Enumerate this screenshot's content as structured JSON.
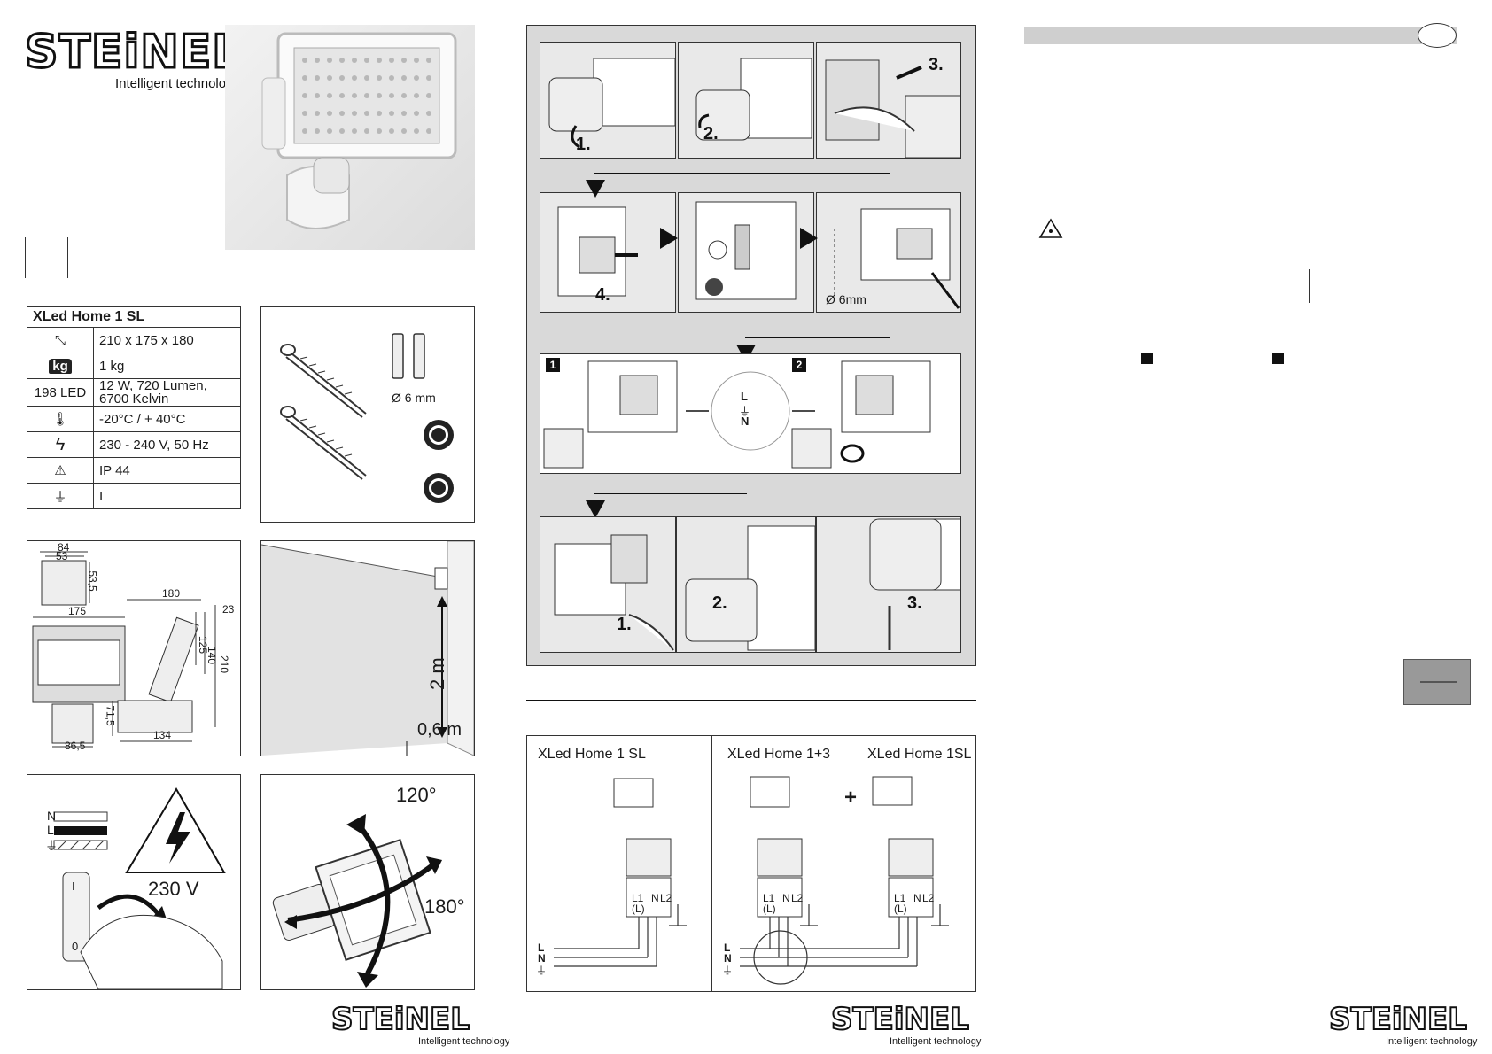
{
  "brand": {
    "name": "STEINEL",
    "reg": "®",
    "tagline": "Intelligent technology"
  },
  "spec_table": {
    "title": "XLed Home 1 SL",
    "rows": [
      {
        "icon": "dimensions-icon",
        "label": "",
        "value": "210 x 175 x 180"
      },
      {
        "icon": "weight-icon",
        "label": "kg",
        "value": "1 kg"
      },
      {
        "icon": "",
        "label": "198 LED",
        "value": "12 W, 720 Lumen, 6700 Kelvin"
      },
      {
        "icon": "thermometer-icon",
        "label": "",
        "value": "-20°C / + 40°C"
      },
      {
        "icon": "lightning-icon",
        "label": "",
        "value": "230 - 240 V, 50 Hz"
      },
      {
        "icon": "water-drop-icon",
        "label": "",
        "value": "IP 44"
      },
      {
        "icon": "ground-icon",
        "label": "",
        "value": "I"
      }
    ]
  },
  "fixings": {
    "anchor_label": "Ø 6 mm"
  },
  "dimensions": {
    "d84": "84",
    "d53": "53",
    "d53_5": "53,5",
    "d175": "175",
    "d180": "180",
    "d23": "23",
    "d125": "125",
    "d140": "140",
    "d210": "210",
    "d71_5": "71,5",
    "d134": "134",
    "d86_5": "86,5"
  },
  "mounting": {
    "height": "2 m",
    "distance": "0,6 m"
  },
  "power": {
    "n": "N",
    "l": "L",
    "voltage": "230 V",
    "on": "I",
    "off": "0"
  },
  "rotation": {
    "vertical": "120°",
    "horizontal": "180°"
  },
  "steps": {
    "s1": "1.",
    "s2": "2.",
    "s3": "3.",
    "s4": "4.",
    "drill": "Ø 6mm",
    "box1": "1",
    "box2": "2",
    "L": "L",
    "N": "N",
    "f1": "1.",
    "f2": "2.",
    "f3": "3."
  },
  "wiring": {
    "left_title": "XLed Home 1 SL",
    "mid_title": "XLed Home 1+3",
    "right_title": "XLed Home 1SL",
    "plus": "+",
    "l1": "L1",
    "l1b": "(L)",
    "n": "N",
    "l2": "L2",
    "line_L": "L",
    "line_N": "N"
  }
}
